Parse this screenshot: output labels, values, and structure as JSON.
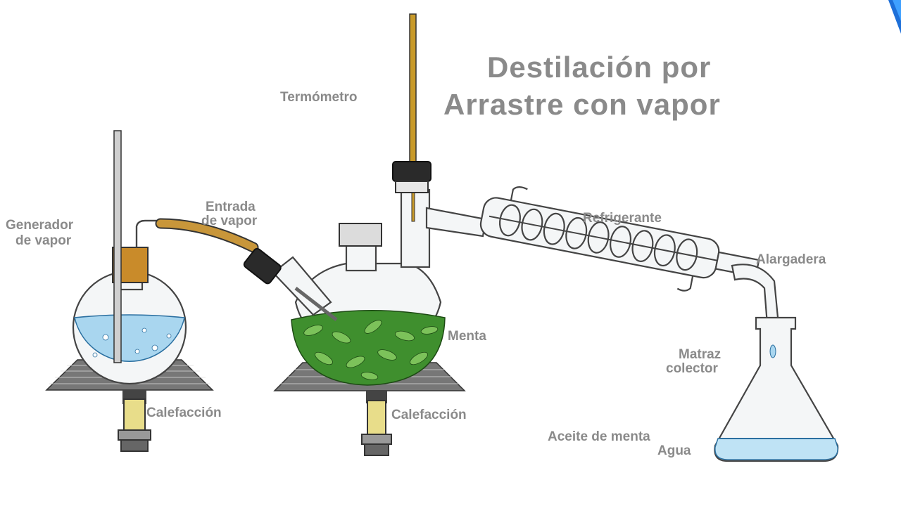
{
  "title": {
    "line1": "Destilación por",
    "line2": "Arrastre con vapor"
  },
  "labels": {
    "termometro": "Termómetro",
    "generador_line1": "Generador",
    "generador_line2": "de vapor",
    "entrada_line1": "Entrada",
    "entrada_line2": "de vapor",
    "refrigerante": "Refrigerante",
    "alargadera": "Alargadera",
    "menta": "Menta",
    "matraz_line1": "Matraz",
    "matraz_line2": "colector",
    "calefaccion_left": "Calefacción",
    "calefaccion_mid": "Calefacción",
    "aceite": "Aceite de menta",
    "agua": "Agua"
  },
  "colors": {
    "label_gray": "#8a8a8a",
    "water_blue": "#a9d6ef",
    "leaf_green": "#3f8f2e",
    "tube_amber": "#c8963a",
    "corner_blue": "#1e6fd8"
  }
}
